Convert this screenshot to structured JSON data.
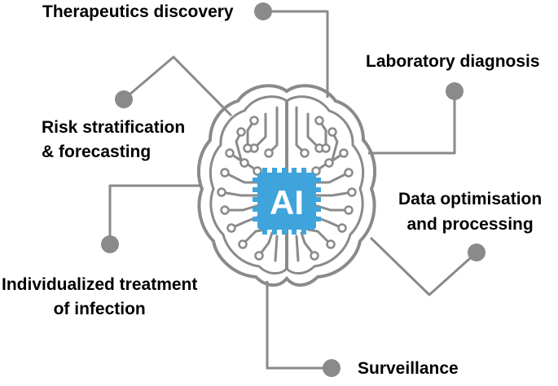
{
  "center_badge": {
    "text": "AI"
  },
  "labels": {
    "therapeutics": "Therapeutics discovery",
    "laboratory": "Laboratory diagnosis",
    "risk_line1": "Risk stratification",
    "risk_line2": "& forecasting",
    "data_line1": "Data optimisation",
    "data_line2": "and processing",
    "individualized_line1": "Individualized treatment",
    "individualized_line2": "of infection",
    "surveillance": "Surveillance"
  },
  "colors": {
    "circuit": "#8a8a8a",
    "node": "#8a8a8a",
    "badge": "#3fa4dc",
    "badge_text": "#ffffff",
    "text": "#000000"
  }
}
